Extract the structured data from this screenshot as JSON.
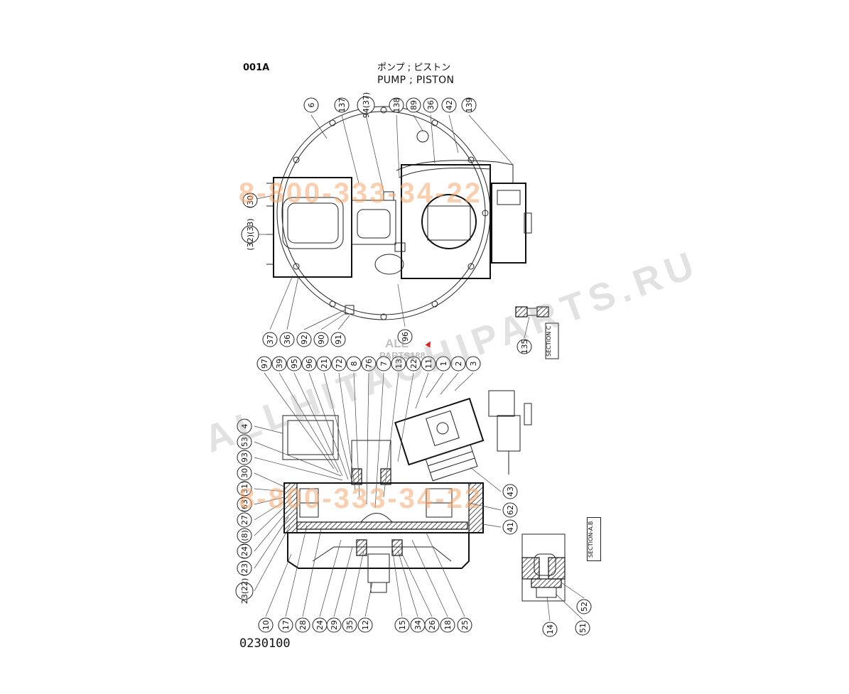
{
  "header": {
    "page_code": "001A",
    "title_jp": "ポンプ ; ピストン",
    "title_en": "PUMP ; PISTON"
  },
  "footer": {
    "drawing_number": "0230100"
  },
  "watermarks": {
    "phone": "8-800-333-34-22",
    "site": "ALLHITACHIPARTS.RU",
    "logo_top": "ALL",
    "logo_bottom": "PARTS188"
  },
  "section_labels": {
    "section_c": "SECTION C",
    "section_ab": "SECTION-A.B"
  },
  "callouts": {
    "top_header_row": [
      "6",
      "137",
      "94(37)",
      "138",
      "89",
      "36",
      "42",
      "139"
    ],
    "top_left": [
      "(30)",
      "(32)(33)"
    ],
    "top_bottom": [
      "37",
      "36",
      "92",
      "90",
      "91",
      "96"
    ],
    "section_c": [
      "135"
    ],
    "bottom_top_row": [
      "97",
      "39",
      "95",
      "96",
      "21",
      "72",
      "8",
      "76",
      "7",
      "13",
      "22",
      "11",
      "1",
      "2",
      "3"
    ],
    "bottom_left": [
      "4",
      "53",
      "93",
      "30",
      "(31)",
      "(63)",
      "27",
      "(8)",
      "(24)",
      "(23)",
      "23(22)"
    ],
    "bottom_right": [
      "43",
      "62",
      "41"
    ],
    "bottom_base": [
      "10",
      "17",
      "28",
      "24",
      "29",
      "35",
      "12",
      "15",
      "34",
      "26",
      "18",
      "25"
    ],
    "section_ab": [
      "52",
      "51",
      "14"
    ]
  }
}
